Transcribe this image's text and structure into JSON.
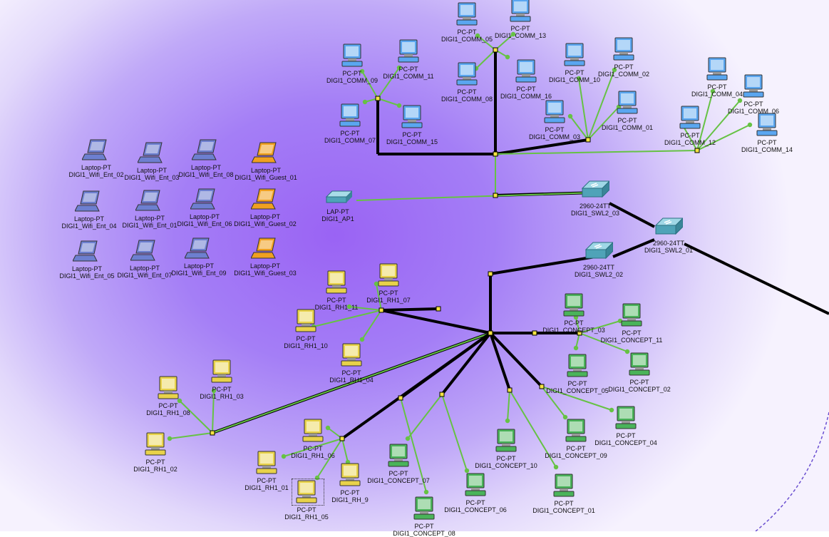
{
  "colors": {
    "pc_blue": "#5aa6f0",
    "pc_yellow": "#e8d24a",
    "pc_green": "#4ab35a",
    "laptop_blue": "#6d7fd0",
    "laptop_orange": "#f0a020",
    "switch": "#4fa3b8",
    "link_green": "#66c244",
    "link_black": "#000000",
    "port": "#f5e342"
  },
  "devices": [
    {
      "id": "comm05",
      "type": "PC-PT",
      "name": "DIGI1_COMM_05",
      "color": "blue"
    },
    {
      "id": "comm13",
      "type": "PC-PT",
      "name": "DIGI1_COMM_13",
      "color": "blue"
    },
    {
      "id": "comm09",
      "type": "PC-PT",
      "name": "DIGI1_COMM_09",
      "color": "blue"
    },
    {
      "id": "comm11",
      "type": "PC-PT",
      "name": "DIGI1_COMM_11",
      "color": "blue"
    },
    {
      "id": "comm08",
      "type": "PC-PT",
      "name": "DIGI1_COMM_08",
      "color": "blue"
    },
    {
      "id": "comm16",
      "type": "PC-PT",
      "name": "DIGI1_COMM_16",
      "color": "blue"
    },
    {
      "id": "comm10",
      "type": "PC-PT",
      "name": "DIGI1_COMM_10",
      "color": "blue"
    },
    {
      "id": "comm02",
      "type": "PC-PT",
      "name": "DIGI1_COMM_02",
      "color": "blue"
    },
    {
      "id": "comm07",
      "type": "PC-PT",
      "name": "DIGI1_COMM_07",
      "color": "blue"
    },
    {
      "id": "comm15",
      "type": "PC-PT",
      "name": "DIGI1_COMM_15",
      "color": "blue"
    },
    {
      "id": "comm03",
      "type": "PC-PT",
      "name": "DIGI1_COMM_03",
      "color": "blue"
    },
    {
      "id": "comm01",
      "type": "PC-PT",
      "name": "DIGI1_COMM_01",
      "color": "blue"
    },
    {
      "id": "comm04",
      "type": "PC-PT",
      "name": "DIGI1_COMM_04",
      "color": "blue"
    },
    {
      "id": "comm06",
      "type": "PC-PT",
      "name": "DIGI1_COMM_06",
      "color": "blue"
    },
    {
      "id": "comm12",
      "type": "PC-PT",
      "name": "DIGI1_COMM_12",
      "color": "blue"
    },
    {
      "id": "comm14",
      "type": "PC-PT",
      "name": "DIGI1_COMM_14",
      "color": "blue"
    },
    {
      "id": "ent02",
      "type": "Laptop-PT",
      "name": "DIGI1_Wifi_Ent_02",
      "color": "laptop"
    },
    {
      "id": "ent03",
      "type": "Laptop-PT",
      "name": "DIGI1_Wifi_Ent_03",
      "color": "laptop"
    },
    {
      "id": "ent08",
      "type": "Laptop-PT",
      "name": "DIGI1_Wifi_Ent_08",
      "color": "laptop"
    },
    {
      "id": "guest01",
      "type": "Laptop-PT",
      "name": "DIGI1_Wifi_Guest_01",
      "color": "laptop-orange"
    },
    {
      "id": "ent04",
      "type": "Laptop-PT",
      "name": "DIGI1_Wifi_Ent_04",
      "color": "laptop"
    },
    {
      "id": "ent01",
      "type": "Laptop-PT",
      "name": "DIGI1_Wifi_Ent_01",
      "color": "laptop"
    },
    {
      "id": "ent06",
      "type": "Laptop-PT",
      "name": "DIGI1_Wifi_Ent_06",
      "color": "laptop"
    },
    {
      "id": "guest02",
      "type": "Laptop-PT",
      "name": "DIGI1_Wifi_Guest_02",
      "color": "laptop-orange"
    },
    {
      "id": "ent05",
      "type": "Laptop-PT",
      "name": "DIGI1_Wifi_Ent_05",
      "color": "laptop"
    },
    {
      "id": "ent07",
      "type": "Laptop-PT",
      "name": "DIGI1_Wifi_Ent_07",
      "color": "laptop"
    },
    {
      "id": "ent09",
      "type": "Laptop-PT",
      "name": "DIGI1_Wifi_Ent_09",
      "color": "laptop"
    },
    {
      "id": "guest03",
      "type": "Laptop-PT",
      "name": "DIGI1_Wifi_Guest_03",
      "color": "laptop-orange"
    },
    {
      "id": "ap1",
      "type": "LAP-PT",
      "name": "DIGI1_AP1",
      "color": "ap"
    },
    {
      "id": "swl203",
      "type": "2960-24TT",
      "name": "DIGI1_SWL2_03",
      "color": "switch"
    },
    {
      "id": "swl201",
      "type": "2960-24TT",
      "name": "DIGI1_SWL2_01",
      "color": "switch"
    },
    {
      "id": "swl202",
      "type": "2960-24TT",
      "name": "DIGI1_SWL2_02",
      "color": "switch"
    },
    {
      "id": "rh107",
      "type": "PC-PT",
      "name": "DIGI1_RH1_07",
      "color": "yellow"
    },
    {
      "id": "rh111",
      "type": "PC-PT",
      "name": "DIGI1_RH1_11",
      "color": "yellow"
    },
    {
      "id": "rh110",
      "type": "PC-PT",
      "name": "DIGI1_RH1_10",
      "color": "yellow"
    },
    {
      "id": "rh104",
      "type": "PC-PT",
      "name": "DIGI1_RH1_04",
      "color": "yellow"
    },
    {
      "id": "rh103",
      "type": "PC-PT",
      "name": "DIGI1_RH1_03",
      "color": "yellow"
    },
    {
      "id": "rh108",
      "type": "PC-PT",
      "name": "DIGI1_RH1_08",
      "color": "yellow"
    },
    {
      "id": "rh102",
      "type": "PC-PT",
      "name": "DIGI1_RH1_02",
      "color": "yellow"
    },
    {
      "id": "rh106",
      "type": "PC-PT",
      "name": "DIGI1_RH1_06",
      "color": "yellow"
    },
    {
      "id": "rh101",
      "type": "PC-PT",
      "name": "DIGI1_RH1_01",
      "color": "yellow"
    },
    {
      "id": "rh105",
      "type": "PC-PT",
      "name": "DIGI1_RH1_05",
      "color": "yellow"
    },
    {
      "id": "rh9",
      "type": "PC-PT",
      "name": "DIGI1_RH_9",
      "color": "yellow"
    },
    {
      "id": "con03",
      "type": "PC-PT",
      "name": "DIGI1_CONCEPT_03",
      "color": "green"
    },
    {
      "id": "con11",
      "type": "PC-PT",
      "name": "DIGI1_CONCEPT_11",
      "color": "green"
    },
    {
      "id": "con05",
      "type": "PC-PT",
      "name": "DIGI1_CONCEPT_05",
      "color": "green"
    },
    {
      "id": "con02",
      "type": "PC-PT",
      "name": "DIGI1_CONCEPT_02",
      "color": "green"
    },
    {
      "id": "con04",
      "type": "PC-PT",
      "name": "DIGI1_CONCEPT_04",
      "color": "green"
    },
    {
      "id": "con09",
      "type": "PC-PT",
      "name": "DIGI1_CONCEPT_09",
      "color": "green"
    },
    {
      "id": "con10",
      "type": "PC-PT",
      "name": "DIGI1_CONCEPT_10",
      "color": "green"
    },
    {
      "id": "con07",
      "type": "PC-PT",
      "name": "DIGI1_CONCEPT_07",
      "color": "green"
    },
    {
      "id": "con06",
      "type": "PC-PT",
      "name": "DIGI1_CONCEPT_06",
      "color": "green"
    },
    {
      "id": "con01",
      "type": "PC-PT",
      "name": "DIGI1_CONCEPT_01",
      "color": "green"
    },
    {
      "id": "con08",
      "type": "PC-PT",
      "name": "DIGI1_CONCEPT_08",
      "color": "green"
    }
  ]
}
